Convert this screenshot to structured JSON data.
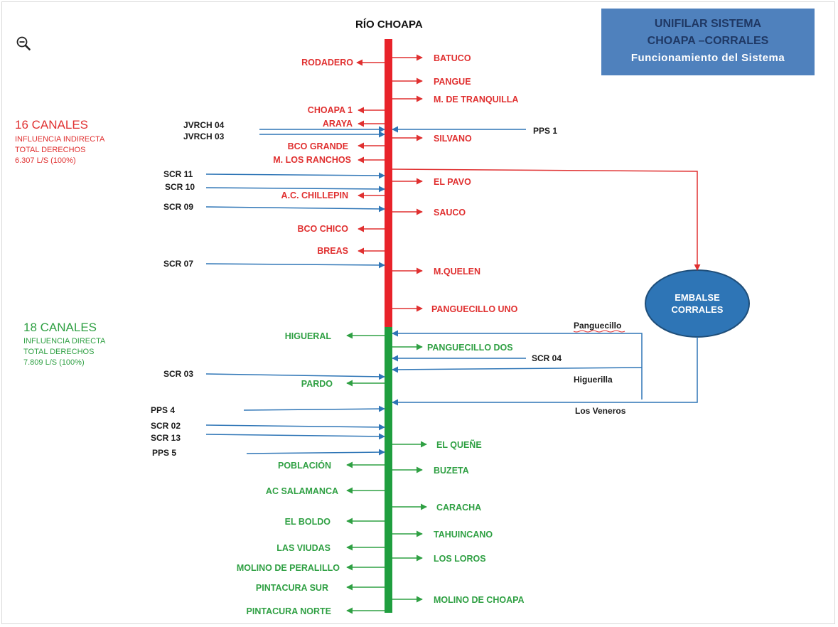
{
  "title_box": {
    "line1": "UNIFILAR SISTEMA",
    "line2": "CHOAPA –CORRALES",
    "line3": "Funcionamiento del Sistema"
  },
  "river": {
    "name": "RÍO CHOAPA"
  },
  "section_upper": {
    "title": "16 CANALES",
    "sub1": "INFLUENCIA INDIRECTA",
    "sub2": "TOTAL DERECHOS",
    "sub3": "6.307 L/S (100%)"
  },
  "section_lower": {
    "title": "18 CANALES",
    "sub1": "INFLUENCIA DIRECTA",
    "sub2": "TOTAL DERECHOS",
    "sub3": "7.809 L/S (100%)"
  },
  "reservoir": {
    "line1": "EMBALSE",
    "line2": "CORRALES"
  },
  "colors": {
    "upper": "#e03030",
    "lower": "#2fa043",
    "inflow": "#2e75b6",
    "title_box": "#4f81bd"
  },
  "icons": {
    "zoom": "zoom-out-icon"
  },
  "upper_left_canals": [
    "RODADERO",
    "CHOAPA 1",
    "ARAYA",
    "BCO GRANDE",
    "M. LOS RANCHOS",
    "A.C. CHILLEPIN",
    "BCO CHICO",
    "BREAS"
  ],
  "upper_right_canals": [
    "BATUCO",
    "PANGUE",
    "M. DE TRANQUILLA",
    "SILVANO",
    "EL PAVO",
    "SAUCO",
    "M.QUELEN",
    "PANGUECILLO UNO"
  ],
  "lower_left_canals": [
    "HIGUERAL",
    "PARDO",
    "POBLACIÓN",
    "AC SALAMANCA",
    "EL BOLDO",
    "LAS VIUDAS",
    "MOLINO DE PERALILLO",
    "PINTACURA SUR",
    "PINTACURA NORTE"
  ],
  "lower_right_canals": [
    "PANGUECILLO DOS",
    "EL QUEÑE",
    "BUZETA",
    "CARACHA",
    "TAHUINCANO",
    "LOS LOROS",
    "MOLINO DE CHOAPA"
  ],
  "left_inflows": [
    "JVRCH 04",
    "JVRCH 03",
    "SCR 11",
    "SCR 10",
    "SCR 09",
    "SCR 07",
    "SCR 03",
    "PPS 4",
    "SCR 02",
    "SCR 13",
    "PPS 5"
  ],
  "right_inflows": [
    "PPS 1",
    "SCR 04"
  ],
  "reservoir_returns": [
    "Panguecillo",
    "Higuerilla",
    "Los Veneros"
  ]
}
